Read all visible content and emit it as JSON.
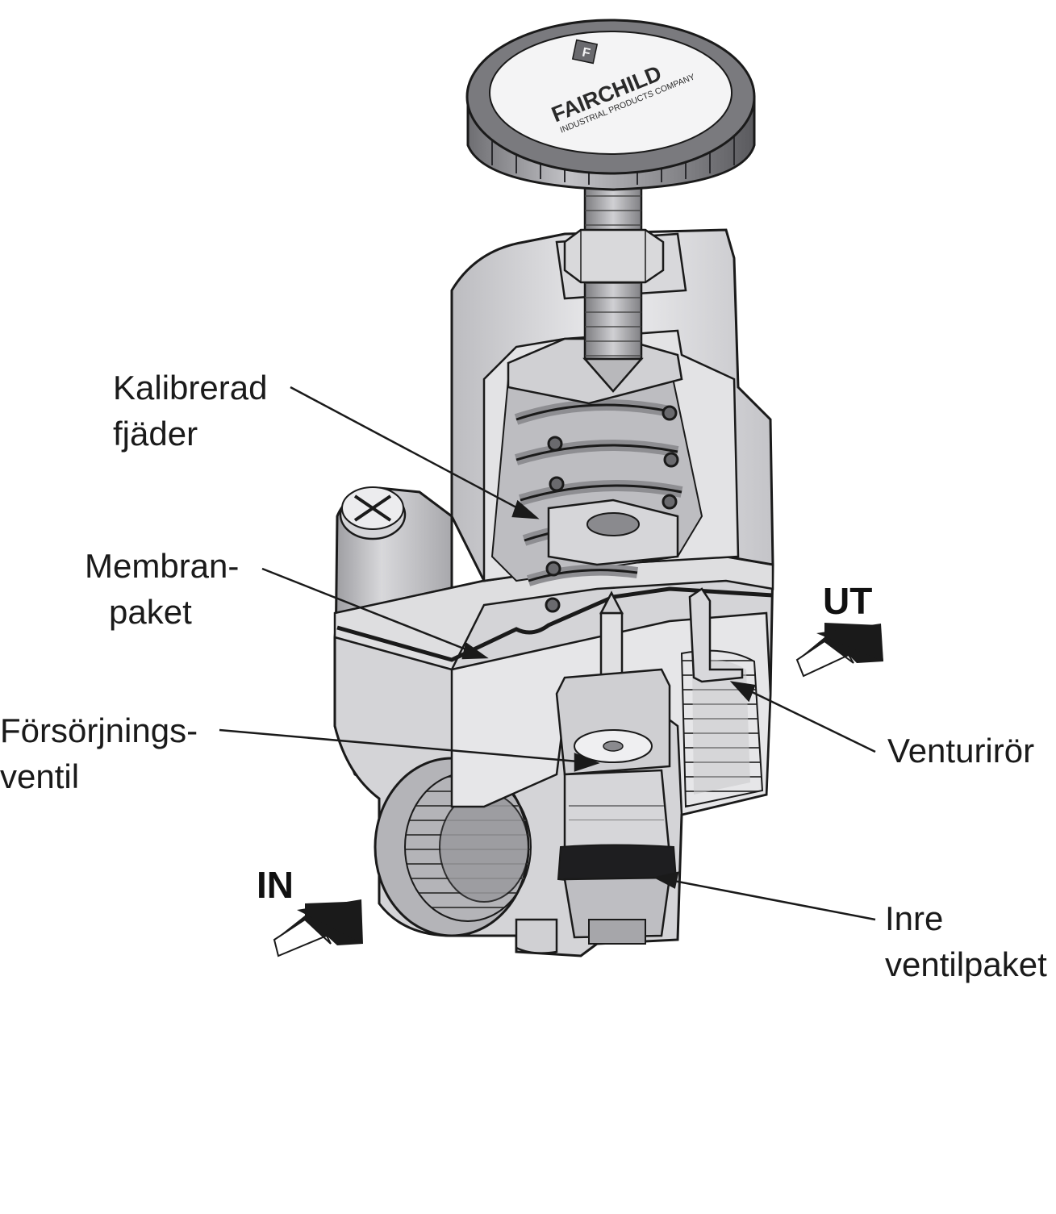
{
  "logo": {
    "brand": "FAIRCHILD",
    "tagline": "INDUSTRIAL PRODUCTS COMPANY"
  },
  "labels": {
    "spring": {
      "line1": "Kalibrerad",
      "line2": "fjäder"
    },
    "diaphragm": {
      "line1": "Membran-",
      "line2": "paket"
    },
    "supply_valve": {
      "line1": "Försörjnings-",
      "line2": "ventil"
    },
    "venturi": {
      "line1": "Venturirör"
    },
    "inner_valve": {
      "line1": "Inre",
      "line2": "ventilpaket"
    }
  },
  "flow": {
    "inlet": "IN",
    "outlet": "UT"
  },
  "colors": {
    "ink": "#1a1a1a",
    "body_gray": "#c8c8cb",
    "section_gray": "#d9d9db",
    "dark_gray": "#8a8a8e",
    "arrow_fill": "#1a1a1a"
  }
}
